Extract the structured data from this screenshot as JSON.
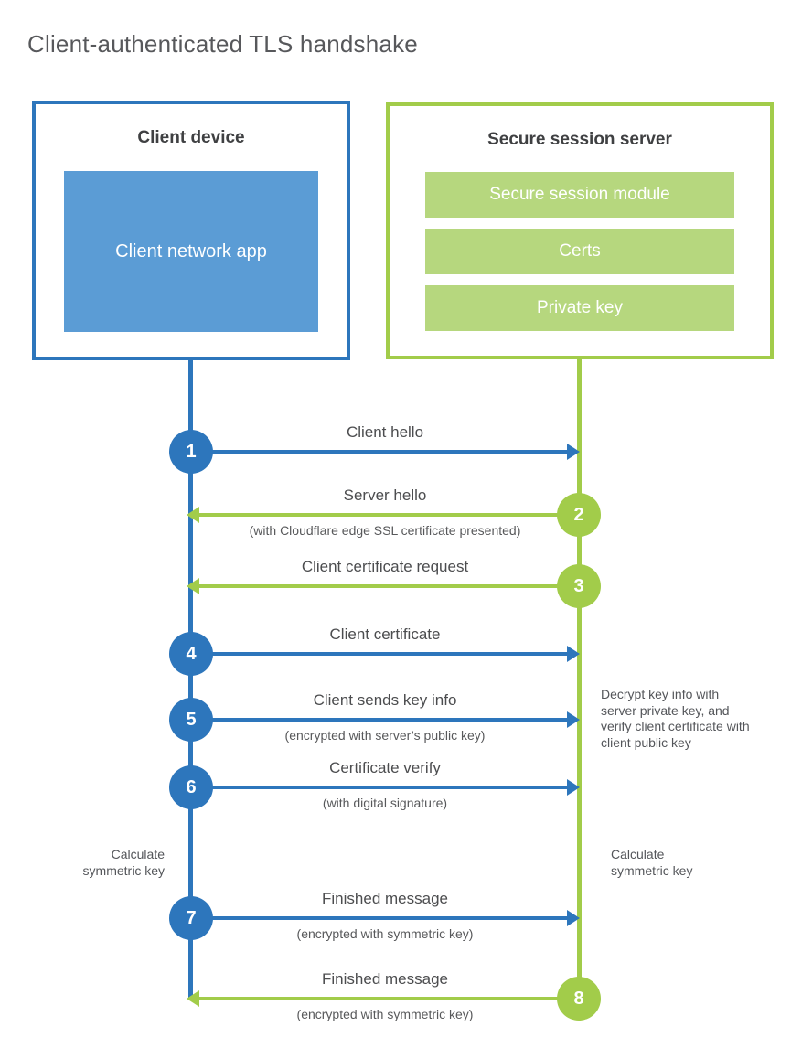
{
  "title": "Client-authenticated TLS handshake",
  "colors": {
    "blue": "#2d76bc",
    "blue_fill": "#5b9cd5",
    "green": "#a2cc4a",
    "green_fill": "#b6d77e"
  },
  "client_box": {
    "title": "Client device",
    "inner_label": "Client network app"
  },
  "server_box": {
    "title": "Secure session server",
    "modules": [
      {
        "label": "Secure session module"
      },
      {
        "label": "Certs"
      },
      {
        "label": "Private key"
      }
    ]
  },
  "steps": [
    {
      "num": "1",
      "label": "Client hello",
      "sublabel": "",
      "direction": "right",
      "color": "blue"
    },
    {
      "num": "2",
      "label": "Server hello",
      "sublabel": "(with Cloudflare edge SSL certificate presented)",
      "direction": "left",
      "color": "green"
    },
    {
      "num": "3",
      "label": "Client certificate request",
      "sublabel": "",
      "direction": "left",
      "color": "green"
    },
    {
      "num": "4",
      "label": "Client certificate",
      "sublabel": "",
      "direction": "right",
      "color": "blue"
    },
    {
      "num": "5",
      "label": "Client sends key info",
      "sublabel": "(encrypted with server’s public key)",
      "direction": "right",
      "color": "blue"
    },
    {
      "num": "6",
      "label": "Certificate verify",
      "sublabel": "(with digital signature)",
      "direction": "right",
      "color": "blue"
    },
    {
      "num": "7",
      "label": "Finished message",
      "sublabel": "(encrypted with symmetric key)",
      "direction": "right",
      "color": "blue"
    },
    {
      "num": "8",
      "label": "Finished message",
      "sublabel": "(encrypted with symmetric key)",
      "direction": "left",
      "color": "green"
    }
  ],
  "notes": {
    "decrypt": "Decrypt key info with server private key, and verify client certificate with client public key",
    "calc_left": "Calculate symmetric key",
    "calc_right": "Calculate symmetric key"
  }
}
